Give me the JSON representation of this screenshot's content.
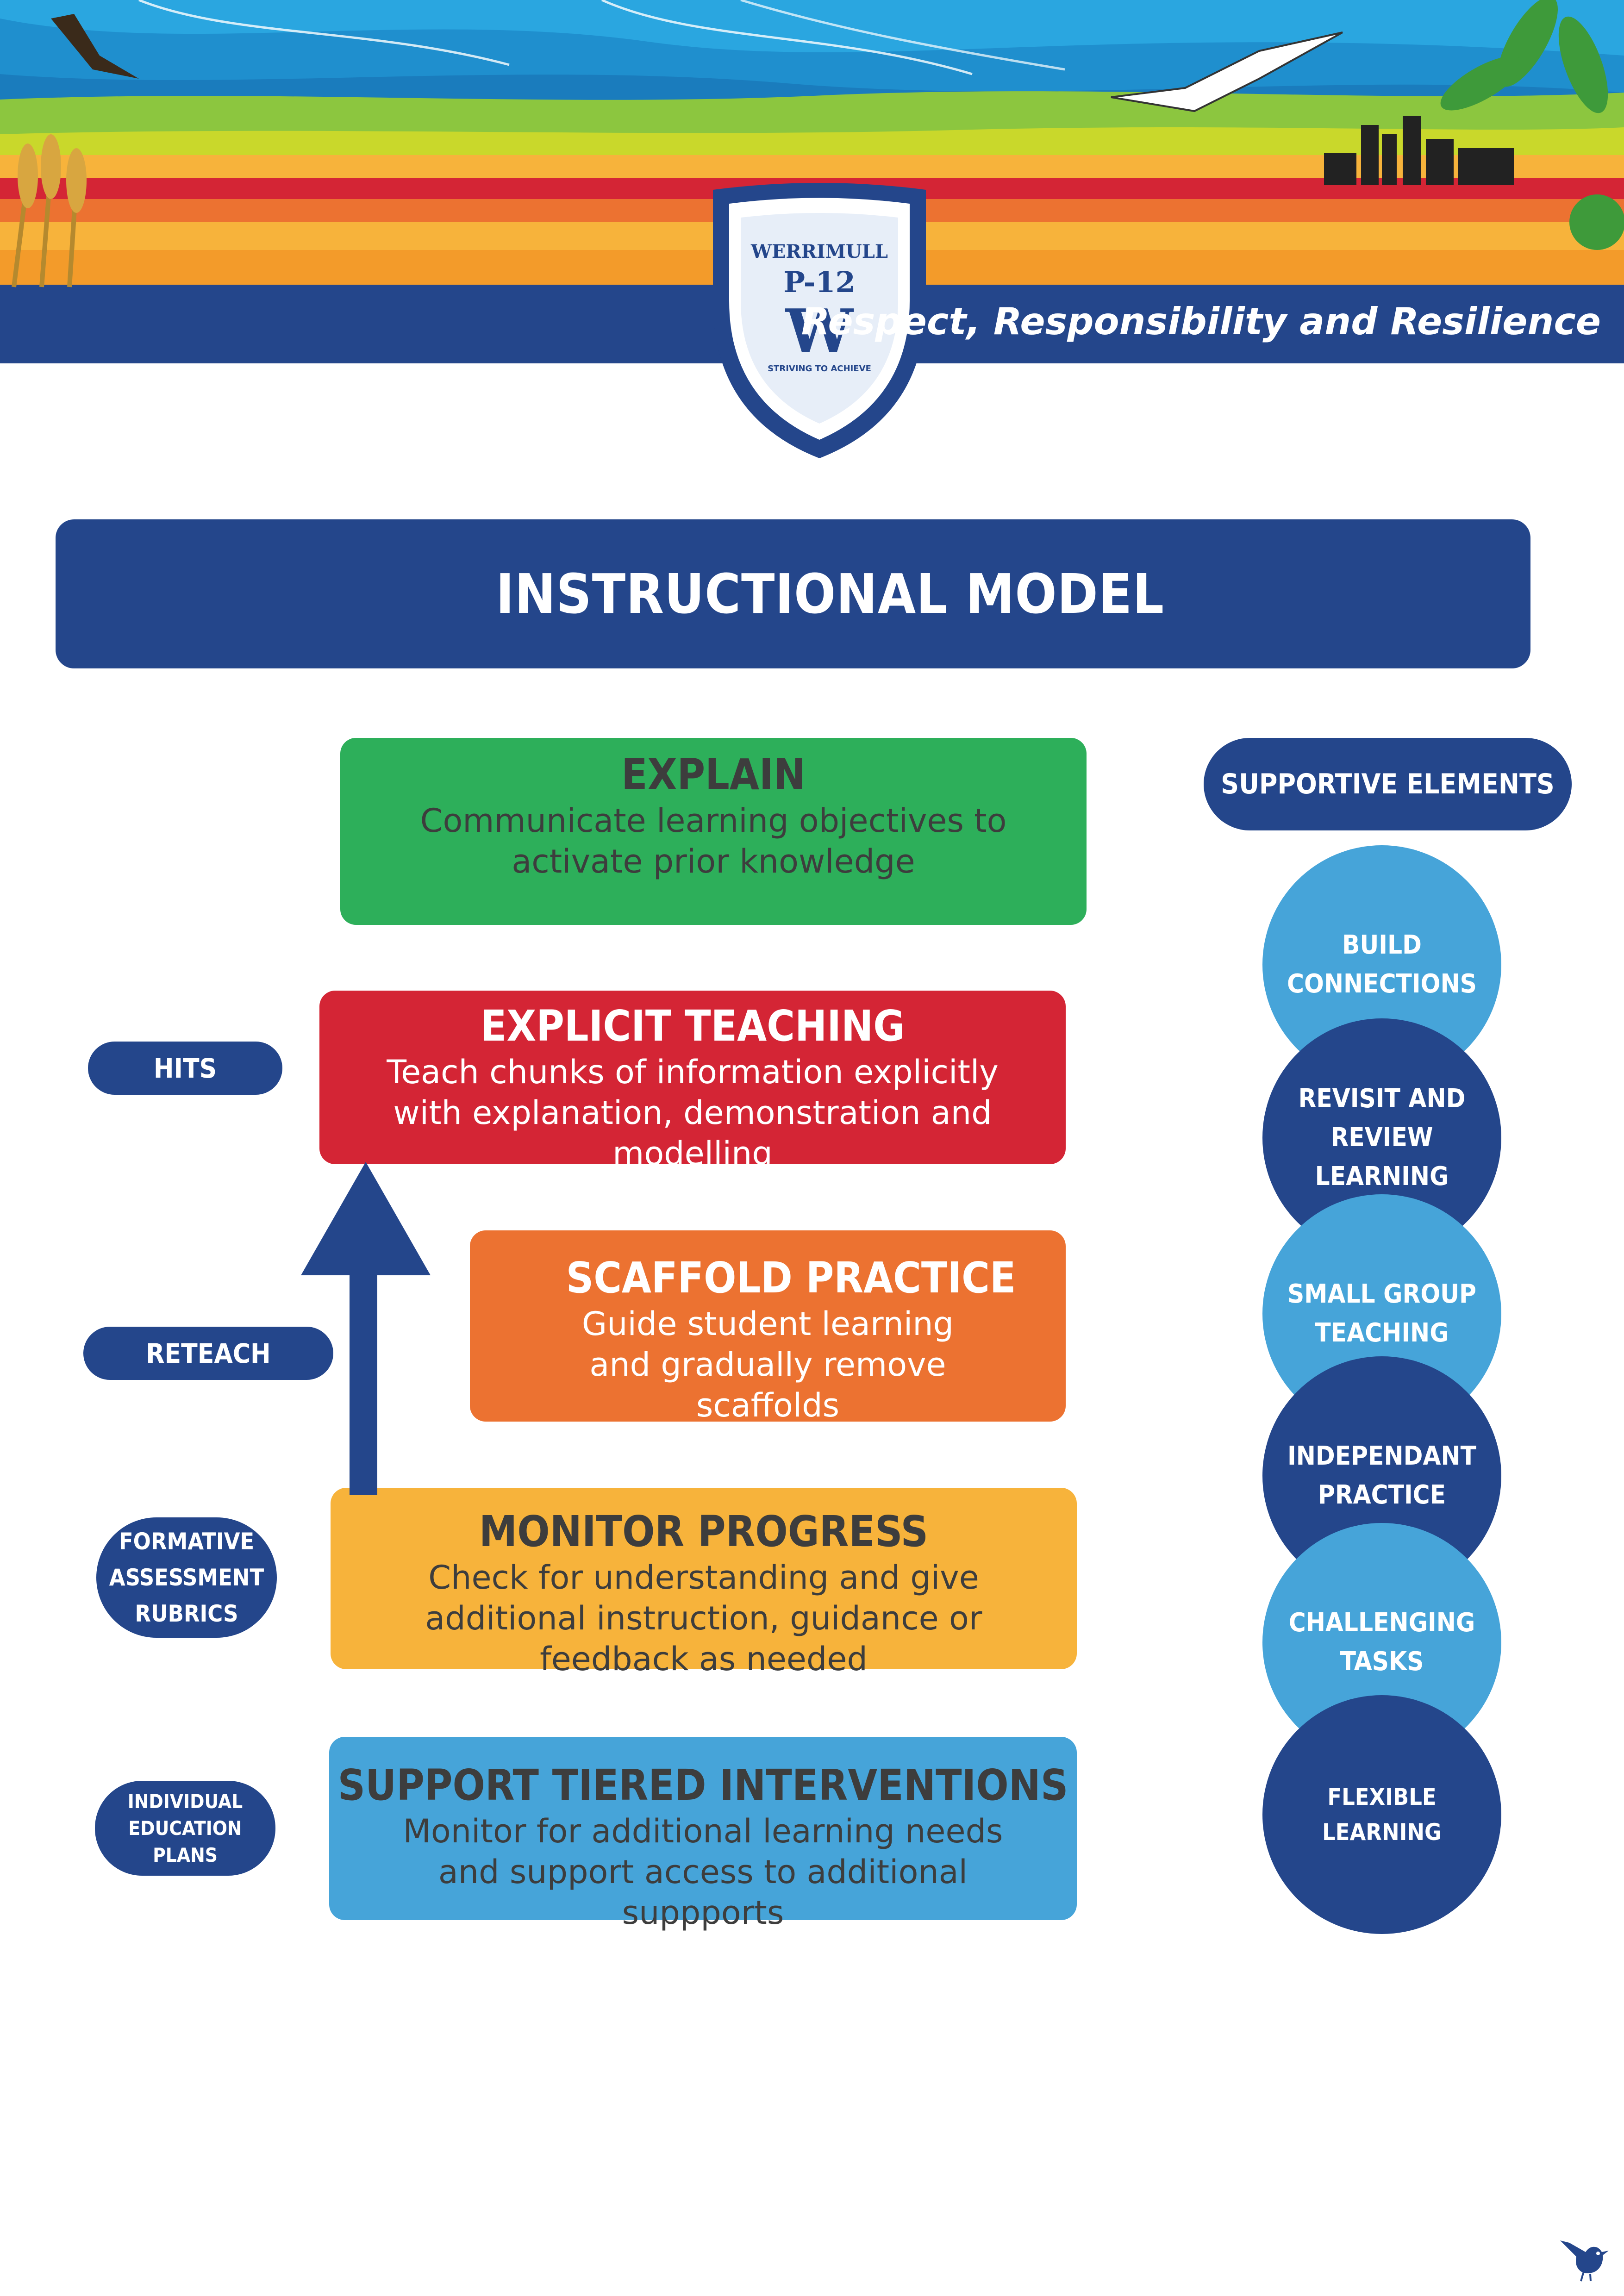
{
  "header": {
    "tagline": "Respect, Responsibility and Resilience",
    "logo": {
      "school_name": "WERRIMULL",
      "grades": "P-12",
      "letter": "W",
      "motto": "STRIVING TO ACHIEVE"
    }
  },
  "title": "INSTRUCTIONAL MODEL",
  "steps": [
    {
      "heading": "EXPLAIN",
      "description": "Communicate learning objectives to activate prior knowledge",
      "color": "#2daf5a"
    },
    {
      "heading": "EXPLICIT TEACHING",
      "description": "Teach chunks of information explicitly with explanation, demonstration and modelling",
      "color": "#d42535"
    },
    {
      "heading": "SCAFFOLD PRACTICE",
      "description": "Guide student learning and gradually remove scaffolds",
      "color": "#ec7231"
    },
    {
      "heading": "MONITOR PROGRESS",
      "description": "Check for understanding and give additional instruction, guidance or feedback as needed",
      "color": "#f7b33b"
    },
    {
      "heading": "SUPPORT TIERED INTERVENTIONS",
      "description": "Monitor for additional learning needs and support access to additional suppports",
      "color": "#46a4d9"
    }
  ],
  "side_labels": {
    "hits": "HITS",
    "reteach": "RETEACH",
    "formative": [
      "FORMATIVE",
      "ASSESSMENT",
      "RUBRICS"
    ],
    "iep": [
      "INDIVIDUAL",
      "EDUCATION",
      "PLANS"
    ]
  },
  "supportive": {
    "header": "SUPPORTIVE ELEMENTS",
    "elements": [
      [
        "BUILD",
        "CONNECTIONS"
      ],
      [
        "REVISIT AND",
        "REVIEW",
        "LEARNING"
      ],
      [
        "SMALL GROUP",
        "TEACHING"
      ],
      [
        "INDEPENDANT",
        "PRACTICE"
      ],
      [
        "CHALLENGING",
        "TASKS"
      ],
      [
        "FLEXIBLE",
        "LEARNING"
      ]
    ]
  },
  "colors": {
    "navy": "#24468b",
    "light_blue": "#46a4d9",
    "green": "#2daf5a",
    "red": "#d42535",
    "orange": "#ec7231",
    "yellow": "#f7b33b"
  }
}
